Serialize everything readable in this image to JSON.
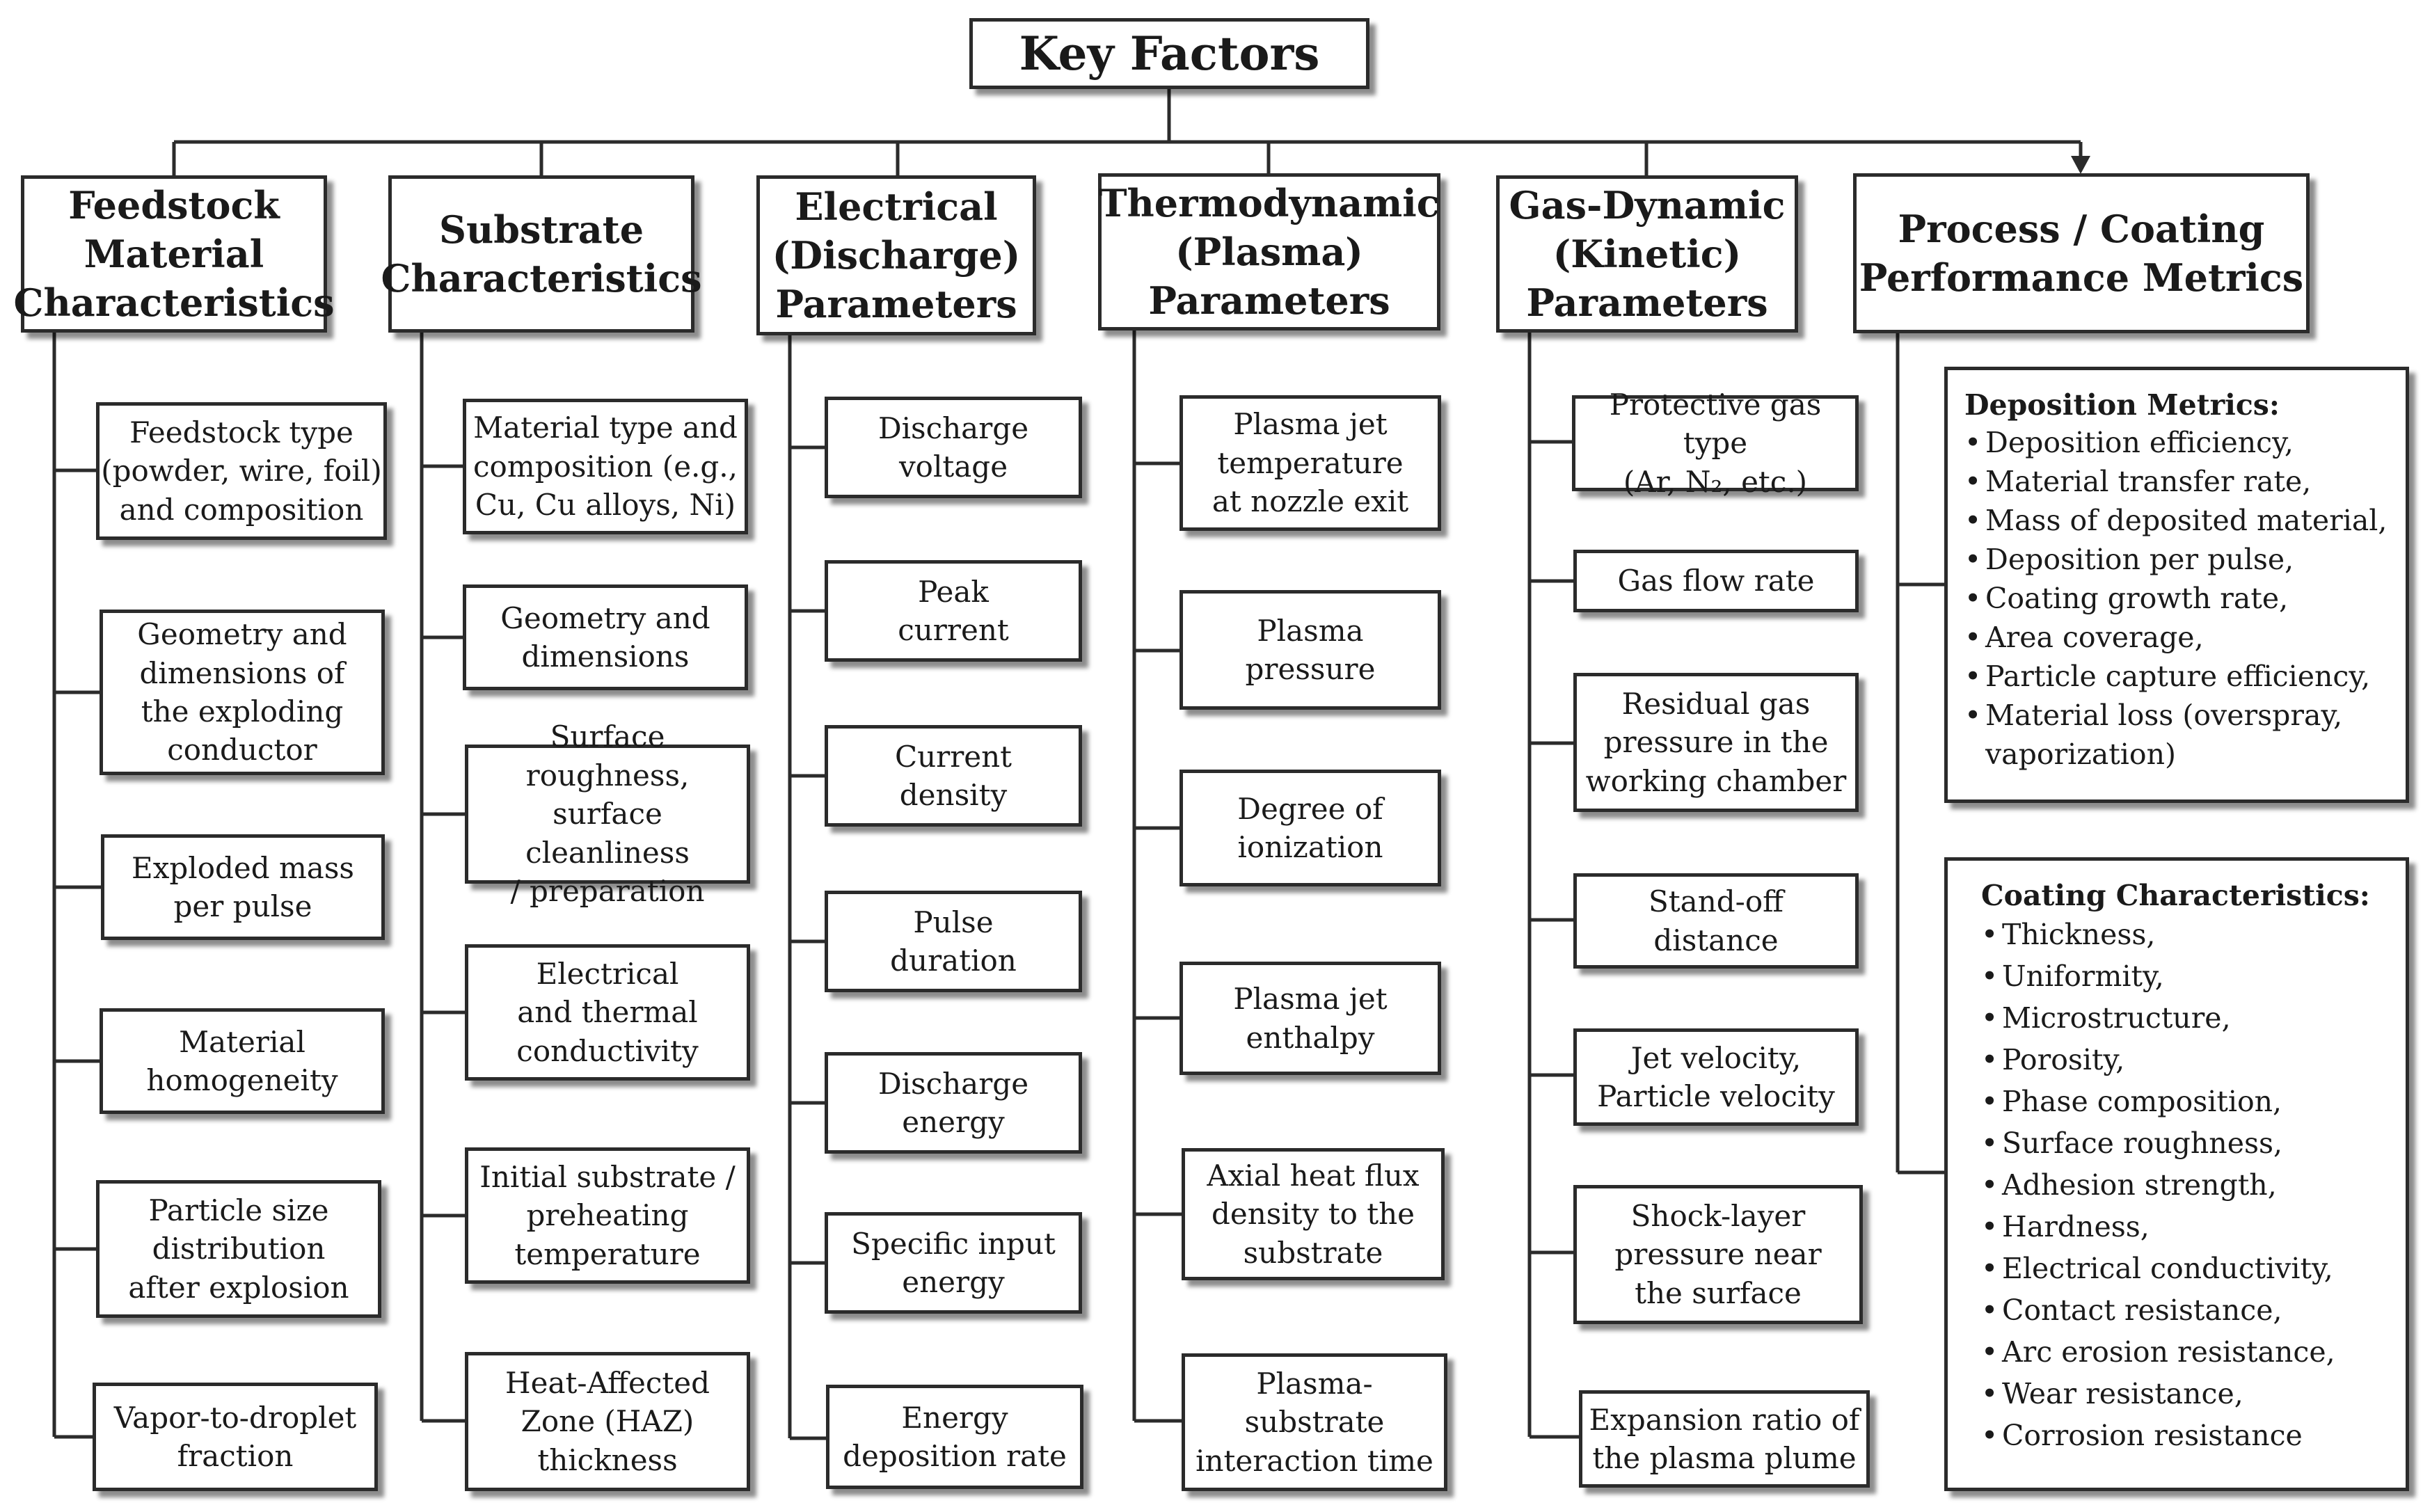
{
  "root": {
    "title": "Key Factors"
  },
  "columns": [
    {
      "title": "Feedstock\nMaterial\nCharacteristics",
      "items": [
        "Feedstock type\n(powder, wire, foil)\nand composition",
        "Geometry and\ndimensions of\nthe exploding\nconductor",
        "Exploded mass\nper pulse",
        "Material\nhomogeneity",
        "Particle size\ndistribution\nafter explosion",
        "Vapor-to-droplet\nfraction"
      ]
    },
    {
      "title": "Substrate\nCharacteristics",
      "items": [
        "Material type and\ncomposition (e.g.,\nCu, Cu alloys, Ni)",
        "Geometry and\ndimensions",
        "Surface roughness,\nsurface cleanliness\n/ preparation",
        "Electrical\nand thermal\nconductivity",
        "Initial substrate /\npreheating\ntemperature",
        "Heat-Affected\nZone (HAZ)\nthickness"
      ]
    },
    {
      "title": "Electrical\n(Discharge)\nParameters",
      "items": [
        "Discharge\nvoltage",
        "Peak\ncurrent",
        "Current\ndensity",
        "Pulse\nduration",
        "Discharge\nenergy",
        "Specific input\nenergy",
        "Energy\ndeposition rate"
      ]
    },
    {
      "title": "Thermodynamic\n(Plasma)\nParameters",
      "items": [
        "Plasma jet\ntemperature\nat nozzle exit",
        "Plasma\npressure",
        "Degree of\nionization",
        "Plasma jet\nenthalpy",
        "Axial heat flux\ndensity to the\nsubstrate",
        "Plasma-\nsubstrate\ninteraction time"
      ]
    },
    {
      "title": "Gas-Dynamic\n(Kinetic)\nParameters",
      "items": [
        "Protective gas type\n(Ar, N₂, etc.)",
        "Gas flow rate",
        "Residual gas\npressure in the\nworking chamber",
        "Stand-off\ndistance",
        "Jet velocity,\nParticle velocity",
        "Shock-layer\npressure near\nthe surface",
        "Expansion ratio of\nthe plasma plume"
      ]
    }
  ],
  "metrics": {
    "title": "Process / Coating\nPerformance Metrics",
    "bullet": "•",
    "deposition": {
      "title": "Deposition Metrics:",
      "items": [
        "Deposition efficiency,",
        "Material transfer rate,",
        "Mass of deposited material,",
        "Deposition per pulse,",
        "Coating growth rate,",
        "Area coverage,",
        "Particle capture efficiency,",
        "Material loss (overspray,"
      ],
      "continuation": "vaporization)"
    },
    "coating": {
      "title": "Coating Characteristics:",
      "items": [
        "Thickness,",
        "Uniformity,",
        "Microstructure,",
        "Porosity,",
        "Phase composition,",
        "Surface roughness,",
        "Adhesion strength,",
        "Hardness,",
        "Electrical conductivity,",
        "Contact resistance,",
        "Arc erosion resistance,",
        "Wear resistance,",
        "Corrosion resistance"
      ]
    }
  }
}
